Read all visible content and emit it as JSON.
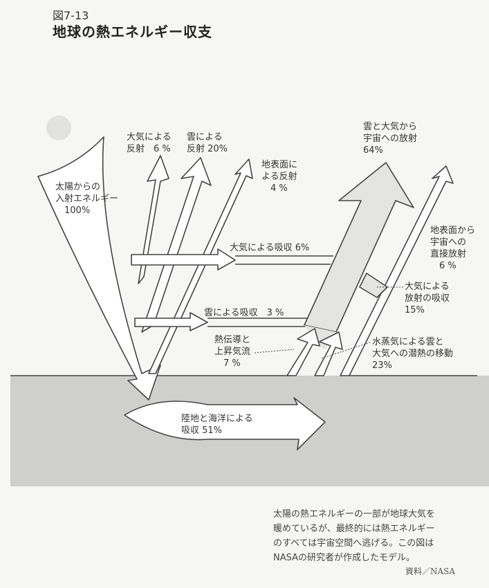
{
  "figure_number": "図7-13",
  "title": "地球の熱エネルギー収支",
  "labels": {
    "incoming": "太陽からの\n入射エネルギー\n　100%",
    "atm_reflect": "大気による\n反射　6 %",
    "cloud_reflect": "雲による\n反射 20%",
    "surface_reflect": "地表面に\nよる反射\n　4 %",
    "space_emission": "雲と大気から\n宇宙への放射\n64%",
    "surface_direct": "地表面から\n宇宙への\n直接放射\n　6 %",
    "atm_absorb": "大気による吸収 6%",
    "cloud_absorb": "雲による吸収　3 %",
    "atm_rad_absorb": "大気による\n放射の吸収\n15%",
    "conduction": "熱伝導と\n上昇気流\n　7 %",
    "latent_heat": "水蒸気による雲と\n大気への潜熱の移動\n23%",
    "ground_absorb": "陸地と海洋による\n吸収 51%"
  },
  "caption": "太陽の熱エネルギーの一部が地球大気を\n暖めているが、最終的には熱エネルギー\nのすべては宇宙空間へ逃げる。この図は\nNASAの研究者が作成したモデル。",
  "source": "資料／NASA",
  "colors": {
    "ground": "#cfcfcd",
    "arrow_fill": "#ffffff",
    "emission_fill": "#e4e4e2",
    "stroke": "#444444"
  }
}
